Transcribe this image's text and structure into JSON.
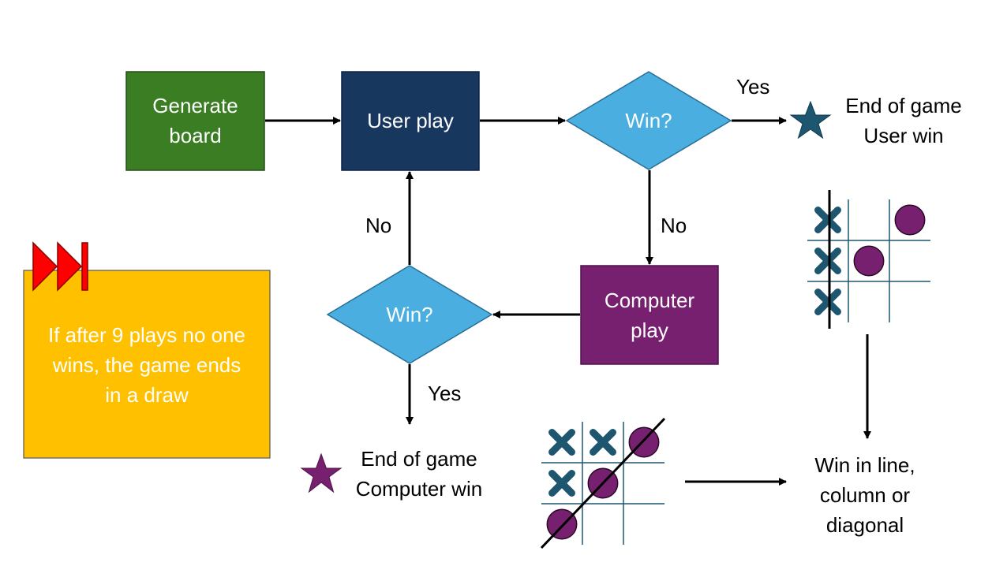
{
  "boxes": {
    "generate": "Generate\nboard",
    "user_play": "User play",
    "computer_play": "Computer\nplay",
    "win_top": "Win?",
    "win_bottom": "Win?"
  },
  "labels": {
    "yes_top": "Yes",
    "no_right": "No",
    "no_left": "No",
    "yes_bottom": "Yes"
  },
  "outcomes": {
    "user_win": "End of game\nUser win",
    "computer_win": "End of game\nComputer win"
  },
  "note": "If after 9 plays no one\nwins, the game ends\nin a draw",
  "win_condition": "Win in line,\ncolumn or\ndiagonal",
  "icons": {
    "star": "star-icon",
    "fast_forward": "fast-forward-icon",
    "x_mark": "x-mark",
    "o_mark": "o-mark"
  },
  "colors": {
    "green": "#3a7d23",
    "navy": "#17375e",
    "light_blue": "#4aaee0",
    "purple": "#76206f",
    "dark_teal": "#1e5670",
    "amber": "#ffc000",
    "red": "#ff0000"
  },
  "boards": {
    "column_win": {
      "cells": [
        [
          "X",
          "",
          "O"
        ],
        [
          "X",
          "O",
          ""
        ],
        [
          "X",
          "",
          ""
        ]
      ],
      "win_type": "column"
    },
    "diagonal_win": {
      "cells": [
        [
          "X",
          "X",
          "O"
        ],
        [
          "X",
          "O",
          ""
        ],
        [
          "O",
          "",
          ""
        ]
      ],
      "win_type": "diagonal"
    }
  }
}
